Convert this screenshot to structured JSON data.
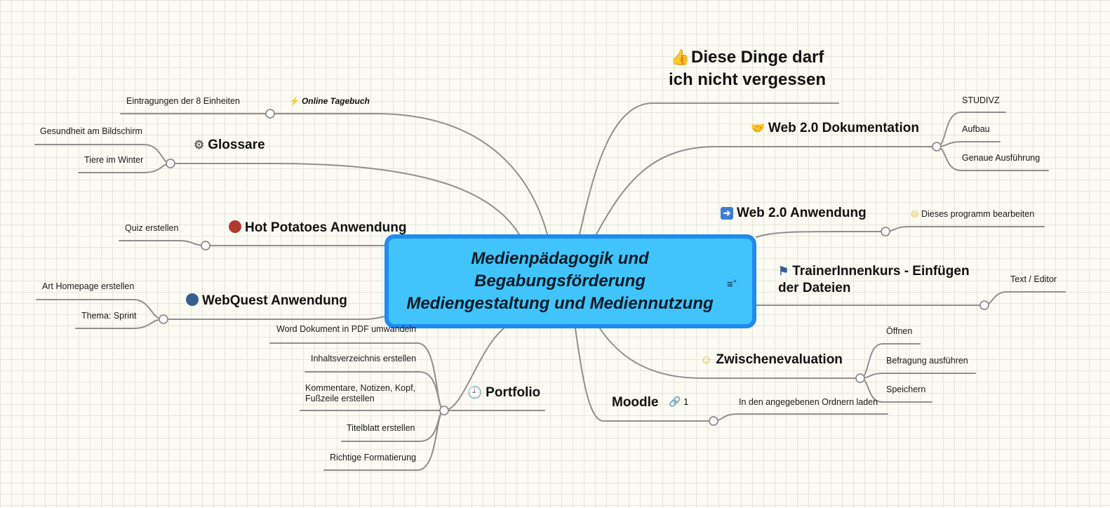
{
  "central": {
    "title": "Medienpädagogik und\nBegabungsförderung\nMediengestaltung und Mediennutzung"
  },
  "colors": {
    "central_fill": "#40c4fb",
    "central_border": "#1f8bf0",
    "line": "#8f8f8f",
    "hot_potatoes": "#b03a2e",
    "webquest": "#365f91"
  },
  "left": {
    "online_tagebuch": {
      "label": "Online Tagebuch",
      "icon": "lightning-icon",
      "children": [
        "Eintragungen der 8 Einheiten"
      ]
    },
    "glossare": {
      "label": "Glossare",
      "icon": "gear-icon",
      "children": [
        "Gesundheit am Bildschirm",
        "Tiere im Winter"
      ]
    },
    "hot_potatoes": {
      "label": "Hot Potatoes Anwendung",
      "icon": "red-dot-icon",
      "children": [
        "Quiz erstellen"
      ]
    },
    "webquest": {
      "label": "WebQuest Anwendung",
      "icon": "blue-dot-icon",
      "children": [
        "Art Homepage erstellen",
        "Thema: Sprint"
      ]
    },
    "portfolio": {
      "label": "Portfolio",
      "icon": "clock-icon",
      "children": [
        "Word Dokument in PDF umwandeln",
        "Inhaltsverzeichnis erstellen",
        "Kommentare, Notizen, Kopf, Fußzeile erstellen",
        "Titelblatt erstellen",
        "Richtige Formatierung"
      ]
    }
  },
  "right": {
    "diese_dinge": {
      "label": "Diese Dinge darf ich nicht vergessen",
      "icon": "thumbs-up-icon"
    },
    "web20_doku": {
      "label": "Web 2.0 Dokumentation",
      "icon": "handshake-icon",
      "children": [
        "STUDIVZ",
        "Aufbau",
        "Genaue Ausführung"
      ]
    },
    "web20_anwendung": {
      "label": "Web 2.0 Anwendung",
      "icon": "arrow-right-icon",
      "children": [
        "Dieses programm bearbeiten"
      ]
    },
    "trainer": {
      "label": "TrainerInnenkurs - Einfügen der Dateien",
      "icon": "flag-icon",
      "children": [
        "Text / Editor"
      ]
    },
    "zwischen": {
      "label": "Zwischenevaluation",
      "icon": "smiley-icon",
      "children": [
        "Öffnen",
        "Befragung ausführen",
        "Speichern"
      ]
    },
    "moodle": {
      "label": "Moodle",
      "link_count": "1",
      "children": [
        "In den angegebenen Ordnern laden"
      ]
    }
  }
}
